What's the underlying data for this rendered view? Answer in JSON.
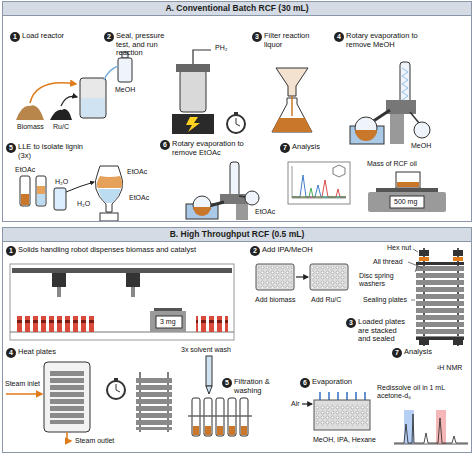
{
  "diagram": {
    "nodes": [
      {
        "text": [
          "A. Conventional Batch RCF (30 mL)"
        ]
      },
      {
        "text": [
          "1",
          "Load reactor"
        ],
        "in": 0
      },
      {
        "text": [
          "2",
          "Seal, pressure test, and run reaction"
        ],
        "in": 0
      },
      {
        "text": [
          "3",
          "Filter reaction liquor"
        ],
        "in": 0
      },
      {
        "text": [
          "4",
          "Rotary evaporation to remove MeOH"
        ],
        "in": 0
      },
      {
        "text": [
          "5",
          "LLE to isolate lignin (3x)"
        ],
        "in": 0
      },
      {
        "text": [
          "6",
          "Rotary evaporation to remove EtOAc"
        ],
        "in": 0
      },
      {
        "text": [
          "7",
          "Analysis"
        ],
        "in": 0
      },
      {
        "text": [
          "B. High Throughput RCF (0.5 mL)"
        ]
      },
      {
        "text": [
          "1",
          "Solids handling robot dispenses biomass and catalyst"
        ],
        "in": 8
      },
      {
        "text": [
          "2",
          "Add IPA/MeOH"
        ],
        "in": 8
      },
      {
        "text": [
          "3",
          "Loaded plates are stacked and sealed"
        ],
        "in": 8
      },
      {
        "text": [
          "4",
          "Heat plates"
        ],
        "in": 8
      },
      {
        "text": [
          "5",
          "Filtration & washing"
        ],
        "in": 8
      },
      {
        "text": [
          "6",
          "Evaporation"
        ],
        "in": 8
      },
      {
        "text": [
          "7",
          "Analysis"
        ],
        "in": 8
      }
    ],
    "labels": [
      "Biomass",
      "Ru/C",
      "MeOH",
      "PH₂",
      "MeOH",
      "EtOAc",
      "H₂O",
      "H₂O",
      "EtOAc",
      "EtOAc",
      "EtOAc",
      "Mass of RCF oil",
      "500 mg",
      "3 mg",
      "Add biomass",
      "Add Ru/C",
      "All thread",
      "Hex nut",
      "Disc spring washers",
      "Sealing plates",
      "Steam inlet",
      "Steam outlet",
      "3x solvent wash",
      "MeOH, IPA, Hexane",
      "Air",
      "Redissolve oil in 1 mL acetone-d₆",
      "¹H NMR"
    ]
  }
}
